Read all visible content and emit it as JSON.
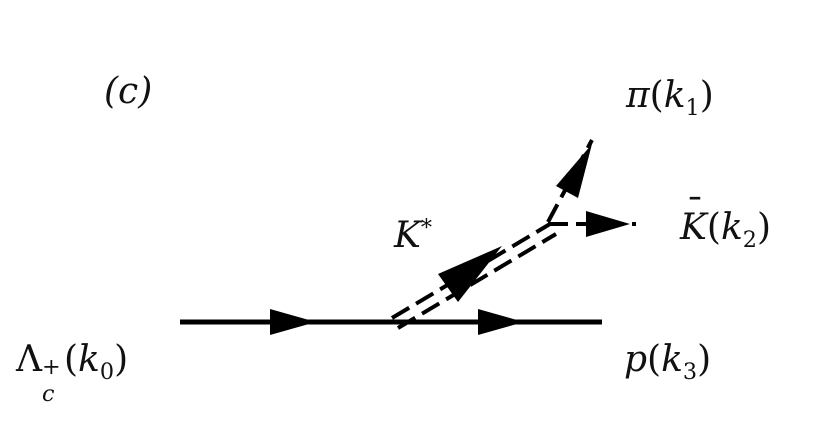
{
  "panel_label": "(c)",
  "particles": {
    "initial": {
      "symbol": "Λ",
      "sub": "c",
      "sup": "+",
      "momentum": "k",
      "momentum_sub": "0"
    },
    "pion": {
      "symbol": "π",
      "momentum": "k",
      "momentum_sub": "1"
    },
    "kaon_bar": {
      "symbol": "K",
      "bar": "¯",
      "momentum": "k",
      "momentum_sub": "2"
    },
    "proton": {
      "symbol": "p",
      "momentum": "k",
      "momentum_sub": "3"
    },
    "k_star": {
      "symbol": "K",
      "sup": "*"
    }
  },
  "colors": {
    "line": "#000000",
    "text": "#111111"
  }
}
